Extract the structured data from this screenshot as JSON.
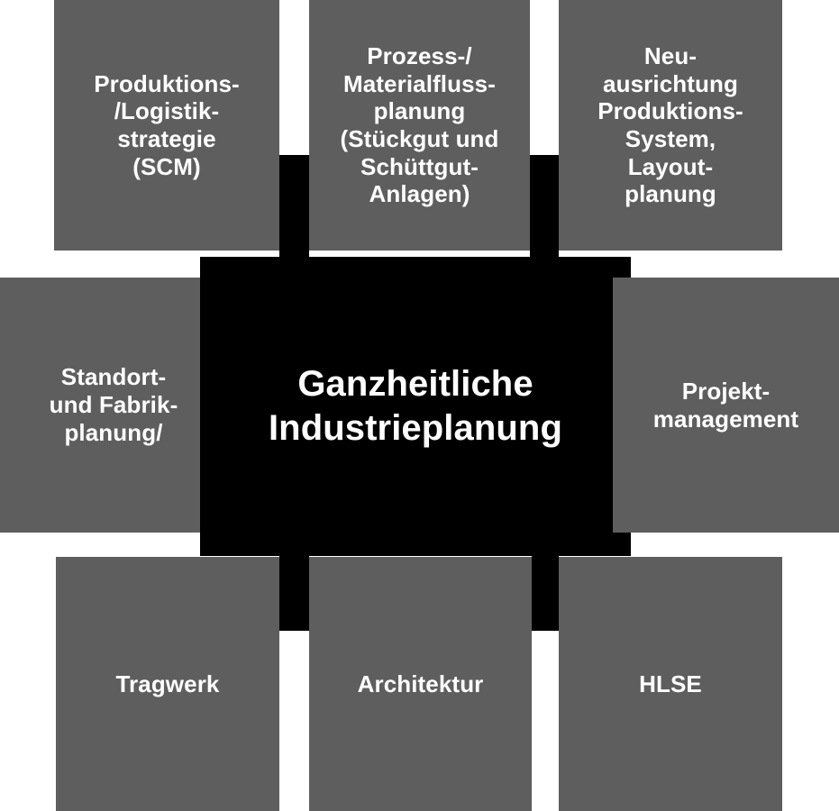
{
  "diagram": {
    "title": "Ganzheitliche Industrieplanung",
    "type": "hub-and-spoke",
    "colors": {
      "background": "#ffffff",
      "node_fill": "#5e5e5e",
      "core_fill": "#000000",
      "text": "#ffffff"
    },
    "core": {
      "label_line1": "Ganzheitliche",
      "label_line2": "Industrieplanung"
    },
    "nodes": [
      {
        "id": "produktion-logistik",
        "position": "top-left",
        "lines": [
          "Produktions-",
          "/Logistik-",
          "strategie",
          "(SCM)"
        ]
      },
      {
        "id": "prozess-material",
        "position": "top-center",
        "lines": [
          "Prozess-/",
          "Materialfluss-",
          "planung",
          "(Stückgut und",
          "Schüttgut-",
          "Anlagen)"
        ]
      },
      {
        "id": "neuausrichtung",
        "position": "top-right",
        "lines": [
          "Neu-",
          "ausrichtung",
          "Produktions-",
          "System,",
          "Layout-",
          "planung"
        ]
      },
      {
        "id": "standort-fabrik",
        "position": "middle-left",
        "lines": [
          "Standort-",
          "und Fabrik-",
          "planung/"
        ]
      },
      {
        "id": "projektmanagement",
        "position": "middle-right",
        "lines": [
          "Projekt-",
          "management"
        ]
      },
      {
        "id": "tragwerk",
        "position": "bottom-left",
        "lines": [
          "Tragwerk"
        ]
      },
      {
        "id": "architektur",
        "position": "bottom-center",
        "lines": [
          "Architektur"
        ]
      },
      {
        "id": "hlse",
        "position": "bottom-right",
        "lines": [
          "HLSE"
        ]
      }
    ]
  }
}
